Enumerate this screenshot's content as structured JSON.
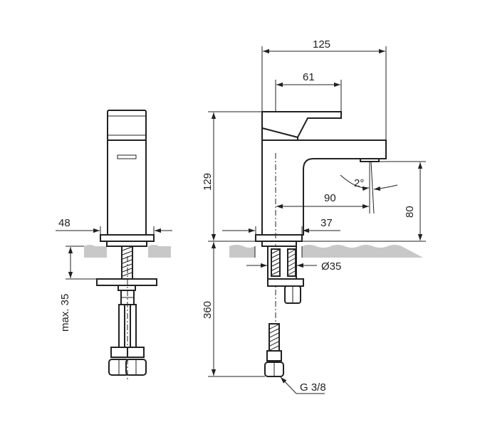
{
  "diagram": {
    "left_view": {
      "width_label": "48",
      "max_thickness_label": "max. 35"
    },
    "right_view": {
      "overall_length_label": "125",
      "lever_length_label": "61",
      "height_label": "129",
      "spout_reach_label": "90",
      "outlet_height_label": "80",
      "base_label": "37",
      "angle_label": "2°",
      "hole_diameter_label": "Ø35",
      "hose_length_label": "360",
      "connection_label": "G 3/8"
    },
    "colors": {
      "line": "#222222",
      "countertop": "#c8c8c8",
      "background": "#ffffff"
    }
  }
}
